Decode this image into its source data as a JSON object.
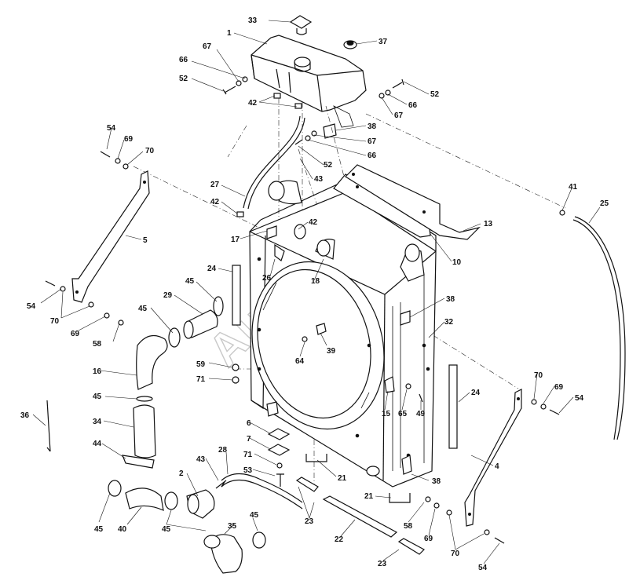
{
  "watermark": "Auto Soft",
  "callouts": [
    {
      "label": "33"
    },
    {
      "label": "1"
    },
    {
      "label": "37"
    },
    {
      "label": "67"
    },
    {
      "label": "66"
    },
    {
      "label": "52"
    },
    {
      "label": "42"
    },
    {
      "label": "52"
    },
    {
      "label": "66"
    },
    {
      "label": "67"
    },
    {
      "label": "38"
    },
    {
      "label": "67"
    },
    {
      "label": "66"
    },
    {
      "label": "52"
    },
    {
      "label": "43"
    },
    {
      "label": "54"
    },
    {
      "label": "69"
    },
    {
      "label": "70"
    },
    {
      "label": "27"
    },
    {
      "label": "42"
    },
    {
      "label": "42"
    },
    {
      "label": "17"
    },
    {
      "label": "41"
    },
    {
      "label": "25"
    },
    {
      "label": "13"
    },
    {
      "label": "10"
    },
    {
      "label": "5"
    },
    {
      "label": "24"
    },
    {
      "label": "26"
    },
    {
      "label": "18"
    },
    {
      "label": "54"
    },
    {
      "label": "70"
    },
    {
      "label": "45"
    },
    {
      "label": "29"
    },
    {
      "label": "38"
    },
    {
      "label": "32"
    },
    {
      "label": "69"
    },
    {
      "label": "58"
    },
    {
      "label": "45"
    },
    {
      "label": "64"
    },
    {
      "label": "39"
    },
    {
      "label": "16"
    },
    {
      "label": "59"
    },
    {
      "label": "71"
    },
    {
      "label": "70"
    },
    {
      "label": "69"
    },
    {
      "label": "54"
    },
    {
      "label": "15"
    },
    {
      "label": "65"
    },
    {
      "label": "49"
    },
    {
      "label": "24"
    },
    {
      "label": "45"
    },
    {
      "label": "36"
    },
    {
      "label": "34"
    },
    {
      "label": "6"
    },
    {
      "label": "7"
    },
    {
      "label": "44"
    },
    {
      "label": "28"
    },
    {
      "label": "71"
    },
    {
      "label": "43"
    },
    {
      "label": "53"
    },
    {
      "label": "4"
    },
    {
      "label": "2"
    },
    {
      "label": "21"
    },
    {
      "label": "38"
    },
    {
      "label": "21"
    },
    {
      "label": "45"
    },
    {
      "label": "40"
    },
    {
      "label": "45"
    },
    {
      "label": "58"
    },
    {
      "label": "45"
    },
    {
      "label": "35"
    },
    {
      "label": "23"
    },
    {
      "label": "22"
    },
    {
      "label": "69"
    },
    {
      "label": "70"
    },
    {
      "label": "23"
    },
    {
      "label": "54"
    }
  ]
}
